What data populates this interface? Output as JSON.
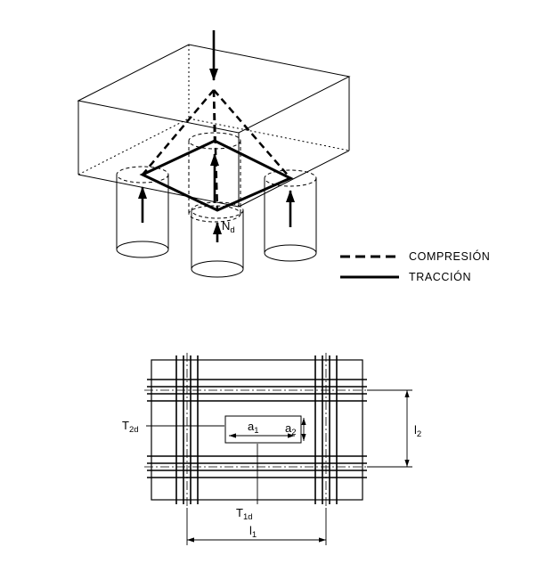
{
  "top": {
    "load_label": {
      "base": "N",
      "sub": "d"
    },
    "legend": {
      "compression": {
        "label": "COMPRESIÓN",
        "style": "dashed"
      },
      "traction": {
        "label": "TRACCIÓN",
        "style": "solid"
      }
    }
  },
  "plan": {
    "t2d": {
      "base": "T",
      "sub": "2d"
    },
    "t1d": {
      "base": "T",
      "sub": "1d"
    },
    "a1": {
      "base": "a",
      "sub": "1"
    },
    "a2": {
      "base": "a",
      "sub": "2"
    },
    "l1": {
      "base": "l",
      "sub": "1"
    },
    "l2": {
      "base": "l",
      "sub": "2"
    }
  },
  "colors": {
    "ink": "#000000",
    "background": "#ffffff"
  }
}
